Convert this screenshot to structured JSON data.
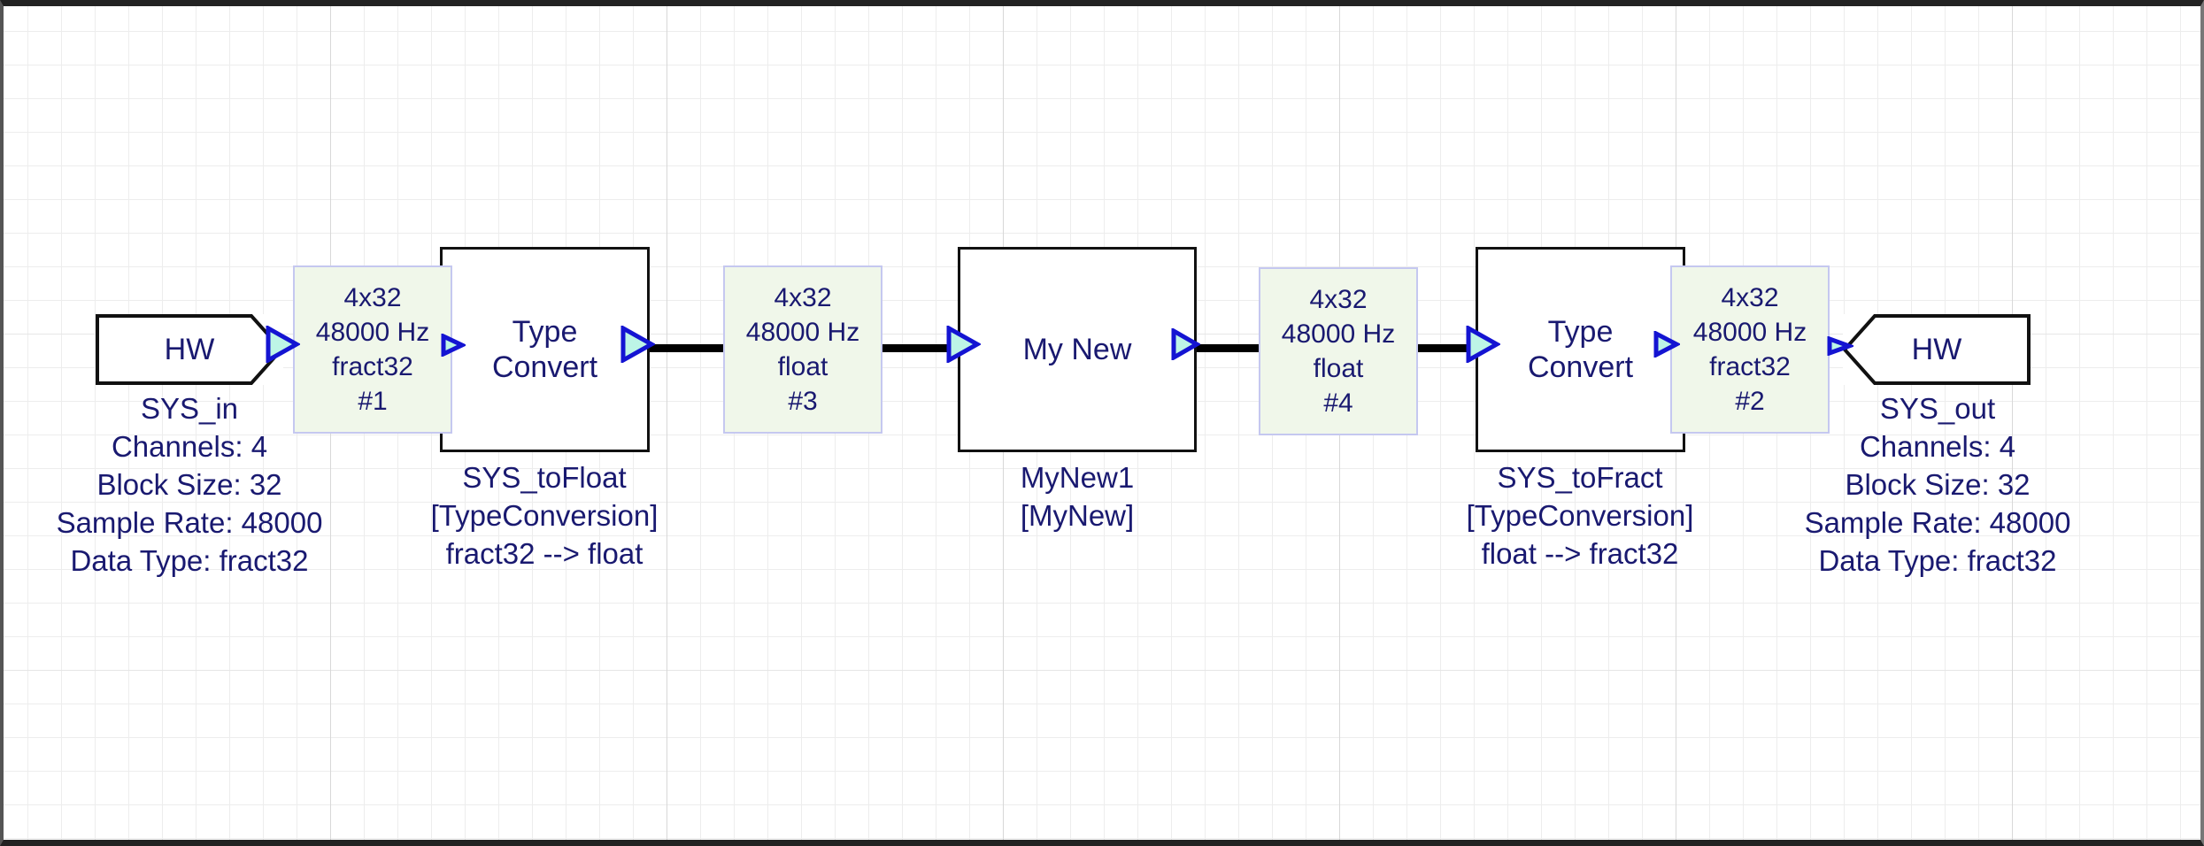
{
  "diagram": {
    "title": "Audio signal flow block diagram",
    "colors": {
      "block_border": "#111111",
      "text": "#191970",
      "probe_fill": "#f0f7ea",
      "probe_border": "#c5c8f0",
      "port_outline": "#1414d2",
      "port_fill": "#bdf5e6",
      "wire": "#000000",
      "grid_minor": "#ededed",
      "grid_major": "#d8d8d8"
    },
    "blocks": [
      {
        "id": "sys_in",
        "kind": "pentagon-right",
        "label": "HW"
      },
      {
        "id": "sys_tofloat",
        "kind": "rect",
        "label_line1": "Type",
        "label_line2": "Convert"
      },
      {
        "id": "mynew",
        "kind": "rect",
        "label_line1": "My New",
        "label_line2": ""
      },
      {
        "id": "sys_tofract",
        "kind": "rect",
        "label_line1": "Type",
        "label_line2": "Convert"
      },
      {
        "id": "sys_out",
        "kind": "pentagon-left",
        "label": "HW"
      }
    ],
    "probes": [
      {
        "id": "probe1",
        "dims": "4x32",
        "rate": "48000 Hz",
        "dtype": "fract32",
        "index": "#1"
      },
      {
        "id": "probe3",
        "dims": "4x32",
        "rate": "48000 Hz",
        "dtype": "float",
        "index": "#3"
      },
      {
        "id": "probe4",
        "dims": "4x32",
        "rate": "48000 Hz",
        "dtype": "float",
        "index": "#4"
      },
      {
        "id": "probe2",
        "dims": "4x32",
        "rate": "48000 Hz",
        "dtype": "fract32",
        "index": "#2"
      }
    ],
    "captions": {
      "sys_in": {
        "line1": "SYS_in",
        "line2": "Channels: 4",
        "line3": "Block Size: 32",
        "line4": "Sample Rate: 48000",
        "line5": "Data Type: fract32"
      },
      "sys_tofloat": {
        "line1": "SYS_toFloat",
        "line2": "[TypeConversion]",
        "line3": "fract32 --> float"
      },
      "mynew": {
        "line1": "MyNew1",
        "line2": "[MyNew]"
      },
      "sys_tofract": {
        "line1": "SYS_toFract",
        "line2": "[TypeConversion]",
        "line3": "float --> fract32"
      },
      "sys_out": {
        "line1": "SYS_out",
        "line2": "Channels: 4",
        "line3": "Block Size: 32",
        "line4": "Sample Rate: 48000",
        "line5": "Data Type: fract32"
      }
    },
    "icons": {
      "output_port": "output-port-arrow-icon",
      "input_port": "input-port-arrow-icon"
    }
  }
}
